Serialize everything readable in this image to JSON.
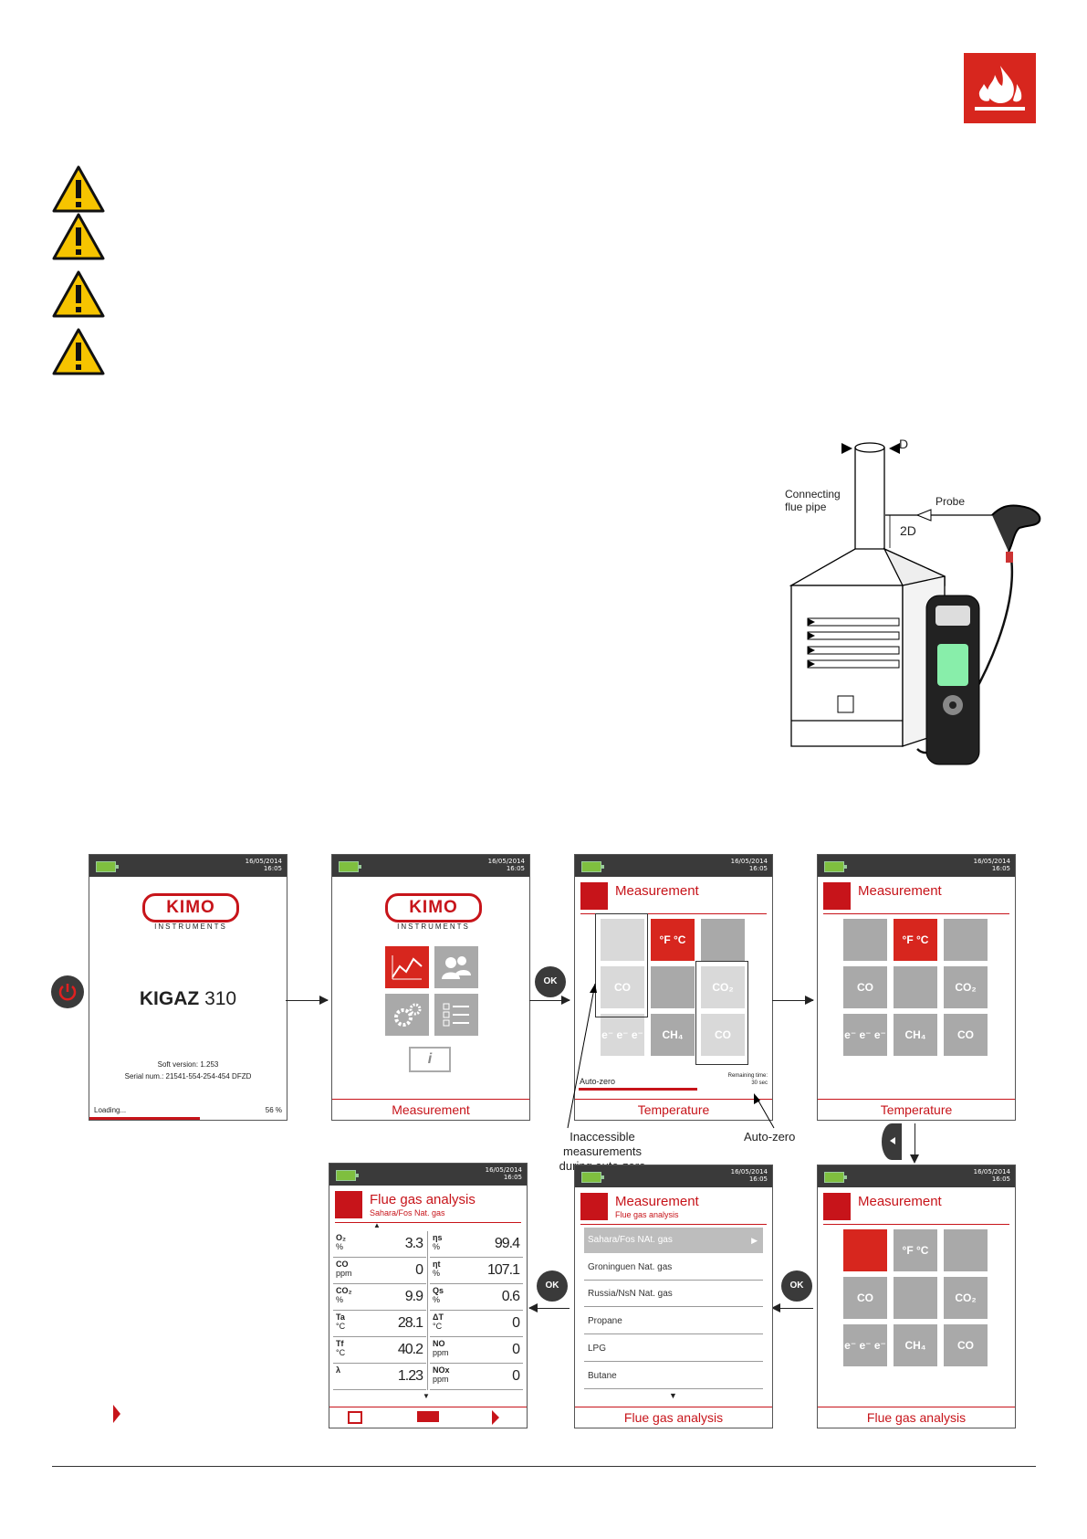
{
  "diagram": {
    "labels": {
      "d": "D",
      "two_d": "2D",
      "connecting": "Connecting",
      "flue_pipe": "flue pipe",
      "probe": "Probe"
    }
  },
  "screens": {
    "s1": {
      "date": "16/05/2014",
      "time": "16:05",
      "kimo": "KIMO",
      "instruments": "INSTRUMENTS",
      "model_a": "KIGAZ",
      "model_b": "310",
      "soft": "Soft version: 1.253",
      "serial": "Serial num.: 21541-554-254-454 DFZD",
      "loading": "Loading...",
      "percent": "56 %",
      "progress": 0.56
    },
    "s2": {
      "date": "16/05/2014",
      "time": "16:05",
      "kimo": "KIMO",
      "instruments": "INSTRUMENTS",
      "footer": "Measurement",
      "info": "i"
    },
    "s3": {
      "date": "16/05/2014",
      "time": "16:05",
      "title": "Measurement",
      "footer": "Temperature",
      "autozero": "Auto-zero",
      "remaining": "Remaining time:",
      "remaining_val": "30 sec",
      "tiles": [
        "",
        "°F °C",
        "",
        "CO",
        "",
        "CO₂",
        "e⁻ e⁻ e⁻",
        "CH₄",
        "CO"
      ]
    },
    "s4": {
      "date": "16/05/2014",
      "time": "16:05",
      "title": "Measurement",
      "footer": "Temperature",
      "tiles": [
        "",
        "°F °C",
        "",
        "CO",
        "",
        "CO₂",
        "e⁻ e⁻ e⁻",
        "CH₄",
        "CO"
      ]
    },
    "s5": {
      "date": "16/05/2014",
      "time": "16:05",
      "title": "Measurement",
      "footer": "Flue gas analysis",
      "tiles": [
        "",
        "°F °C",
        "",
        "CO",
        "",
        "CO₂",
        "e⁻ e⁻ e⁻",
        "CH₄",
        "CO"
      ]
    },
    "s6": {
      "date": "16/05/2014",
      "time": "16:05",
      "title": "Measurement",
      "subtitle": "Flue gas analysis",
      "footer": "Flue gas analysis",
      "gases": [
        "Sahara/Fos NAt. gas",
        "Groninguen Nat. gas",
        "Russia/NsN Nat. gas",
        "Propane",
        "LPG",
        "Butane"
      ]
    },
    "s7": {
      "date": "16/05/2014",
      "time": "16:05",
      "title": "Flue gas analysis",
      "subtitle": "Sahara/Fos Nat. gas",
      "rows": [
        {
          "l1": "O₂",
          "u1": "%",
          "v1": "3.3",
          "l2": "ηs",
          "u2": "%",
          "v2": "99.4"
        },
        {
          "l1": "CO",
          "u1": "ppm",
          "v1": "0",
          "l2": "ηt",
          "u2": "%",
          "v2": "107.1"
        },
        {
          "l1": "CO₂",
          "u1": "%",
          "v1": "9.9",
          "l2": "Qs",
          "u2": "%",
          "v2": "0.6"
        },
        {
          "l1": "Ta",
          "u1": "°C",
          "v1": "28.1",
          "l2": "ΔT",
          "u2": "°C",
          "v2": "0"
        },
        {
          "l1": "Tf",
          "u1": "°C",
          "v1": "40.2",
          "l2": "NO",
          "u2": "ppm",
          "v2": "0"
        },
        {
          "l1": "λ",
          "u1": "",
          "v1": "1.23",
          "l2": "NOx",
          "u2": "ppm",
          "v2": "0"
        }
      ]
    }
  },
  "ok_label": "OK",
  "captions": {
    "inaccessible_1": "Inaccessible measurements",
    "inaccessible_2": "during auto-zero",
    "autozero": "Auto-zero"
  }
}
